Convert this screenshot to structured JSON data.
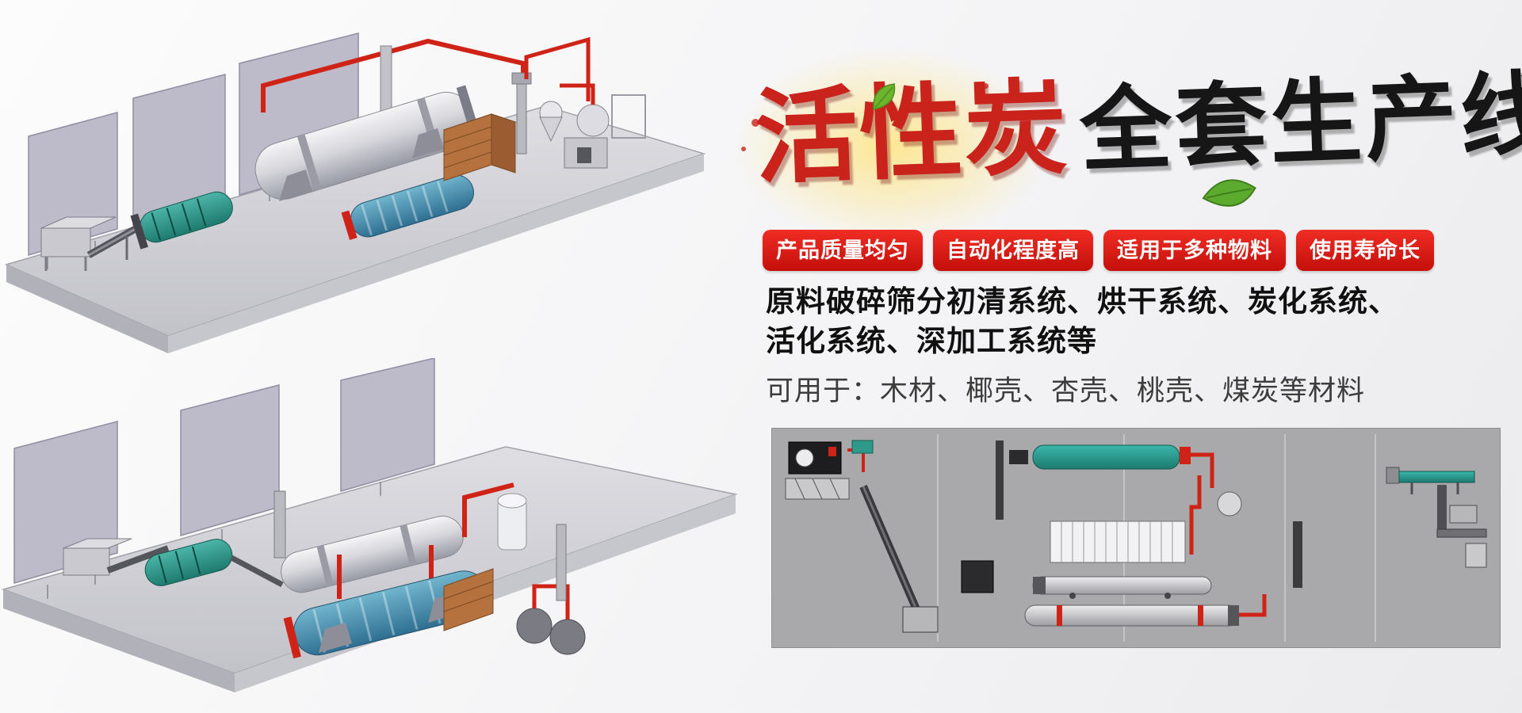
{
  "hero": {
    "title": {
      "red": "活性炭",
      "black": "全套生产线"
    },
    "badges": [
      {
        "label": "产品质量均匀"
      },
      {
        "label": "自动化程度高"
      },
      {
        "label": "适用于多种物料"
      },
      {
        "label": "使用寿命长"
      }
    ],
    "description": {
      "line1": "原料破碎筛分初清系统、烘干系统、炭化系统、",
      "line2": "活化系统、深加工系统等"
    },
    "materials_line": "可用于：木材、椰壳、杏壳、桃壳、煤炭等材料"
  },
  "colors": {
    "badge_red": "#df1f1c",
    "title_red": "#c9231b",
    "title_black": "#161616",
    "pipe_red": "#cf2318",
    "machine_teal": "#2f9a8c",
    "panel_grey": "#a9a9ac",
    "leaf_green": "#5cab2e"
  }
}
